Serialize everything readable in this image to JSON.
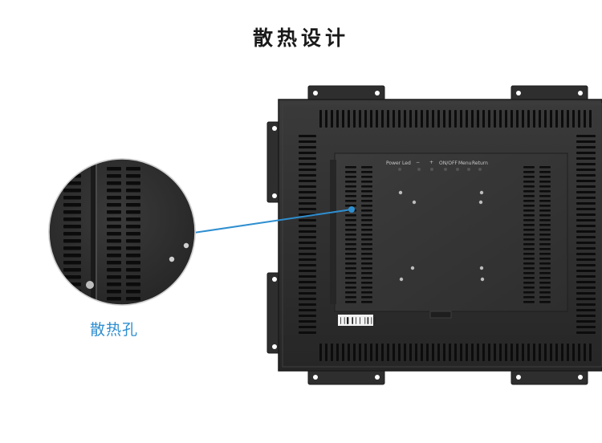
{
  "title": "散热设计",
  "callout": {
    "label": "散热孔"
  },
  "control_panel": {
    "power_led": "Power Led",
    "minus": "−",
    "plus": "+",
    "on_off": "ON/OFF",
    "menu": "Menu",
    "return": "Return"
  },
  "colors": {
    "accent": "#2f8fd0",
    "chassis": "#2b2b2b",
    "panel": "#333333",
    "slot": "#0c0c0c"
  }
}
